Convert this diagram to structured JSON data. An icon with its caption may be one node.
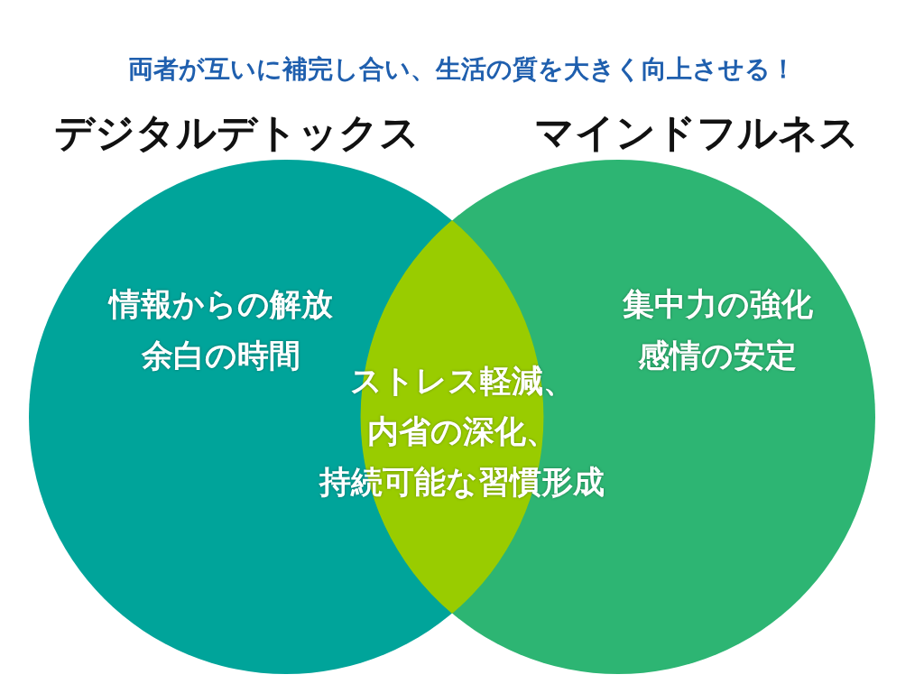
{
  "diagram": {
    "title": "両者が互いに補完し合い、生活の質を大きく向上させる！",
    "nodes": [
      {
        "text": [
          "デジタルデトックス",
          "情報からの解放",
          "余白の時間"
        ]
      },
      {
        "text": [
          "マインドフルネス",
          "集中力の強化",
          "感情の安定"
        ]
      },
      {
        "text": [
          "ストレス軽減、内省の深化、持続可能な習慣形成"
        ]
      }
    ]
  }
}
